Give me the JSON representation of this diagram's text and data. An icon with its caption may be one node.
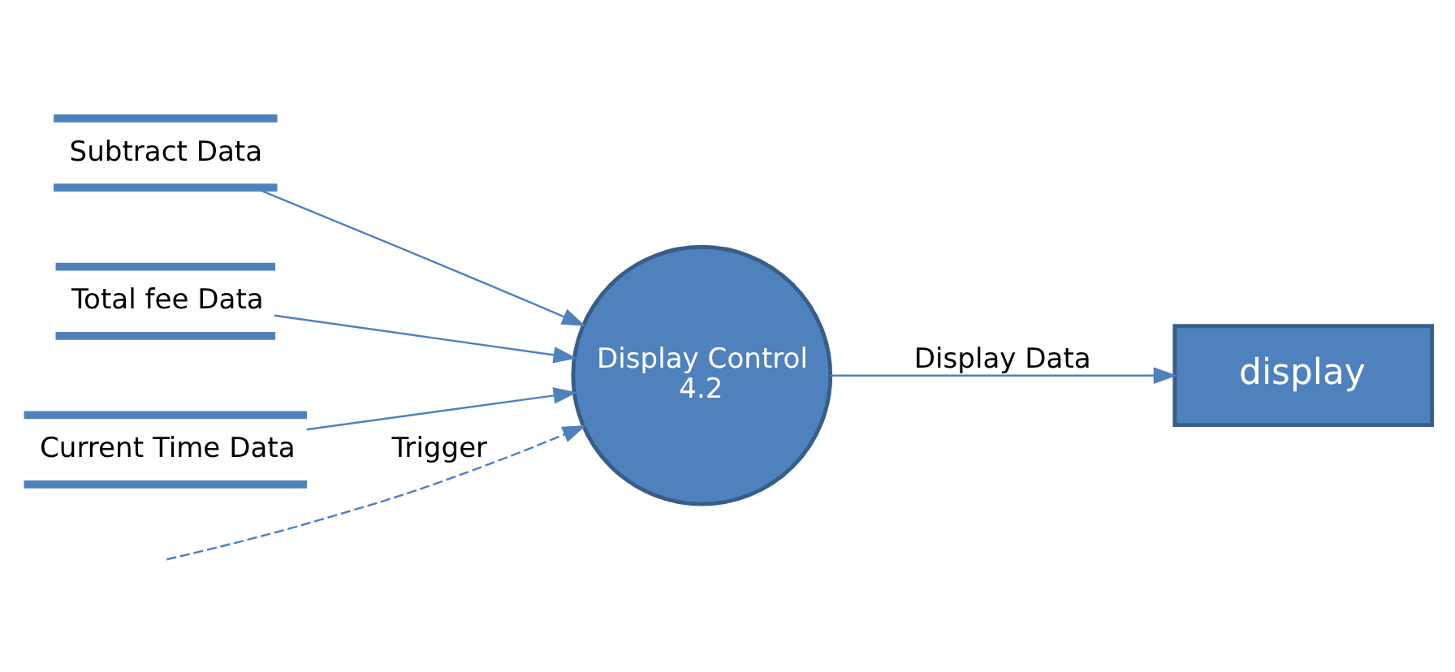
{
  "diagram": {
    "nodes": [
      {
        "text": [
          "Subtract Data"
        ]
      },
      {
        "text": [
          "Total fee Data"
        ]
      },
      {
        "text": [
          "Display Control",
          "4.2"
        ]
      },
      {
        "text": [
          "Current Time Data"
        ]
      },
      {
        "text": [
          "display"
        ]
      }
    ],
    "edges": [
      {
        "from": 0,
        "to": 2,
        "arrow": "to"
      },
      {
        "from": 1,
        "to": 2,
        "arrow": "to"
      },
      {
        "from": null,
        "to": 2,
        "arrow": "to",
        "label": "Trigger",
        "style": "dashed"
      },
      {
        "from": 3,
        "to": 2,
        "arrow": "to"
      },
      {
        "from": 2,
        "to": 4,
        "arrow": "to",
        "label": "Display Data"
      }
    ]
  }
}
